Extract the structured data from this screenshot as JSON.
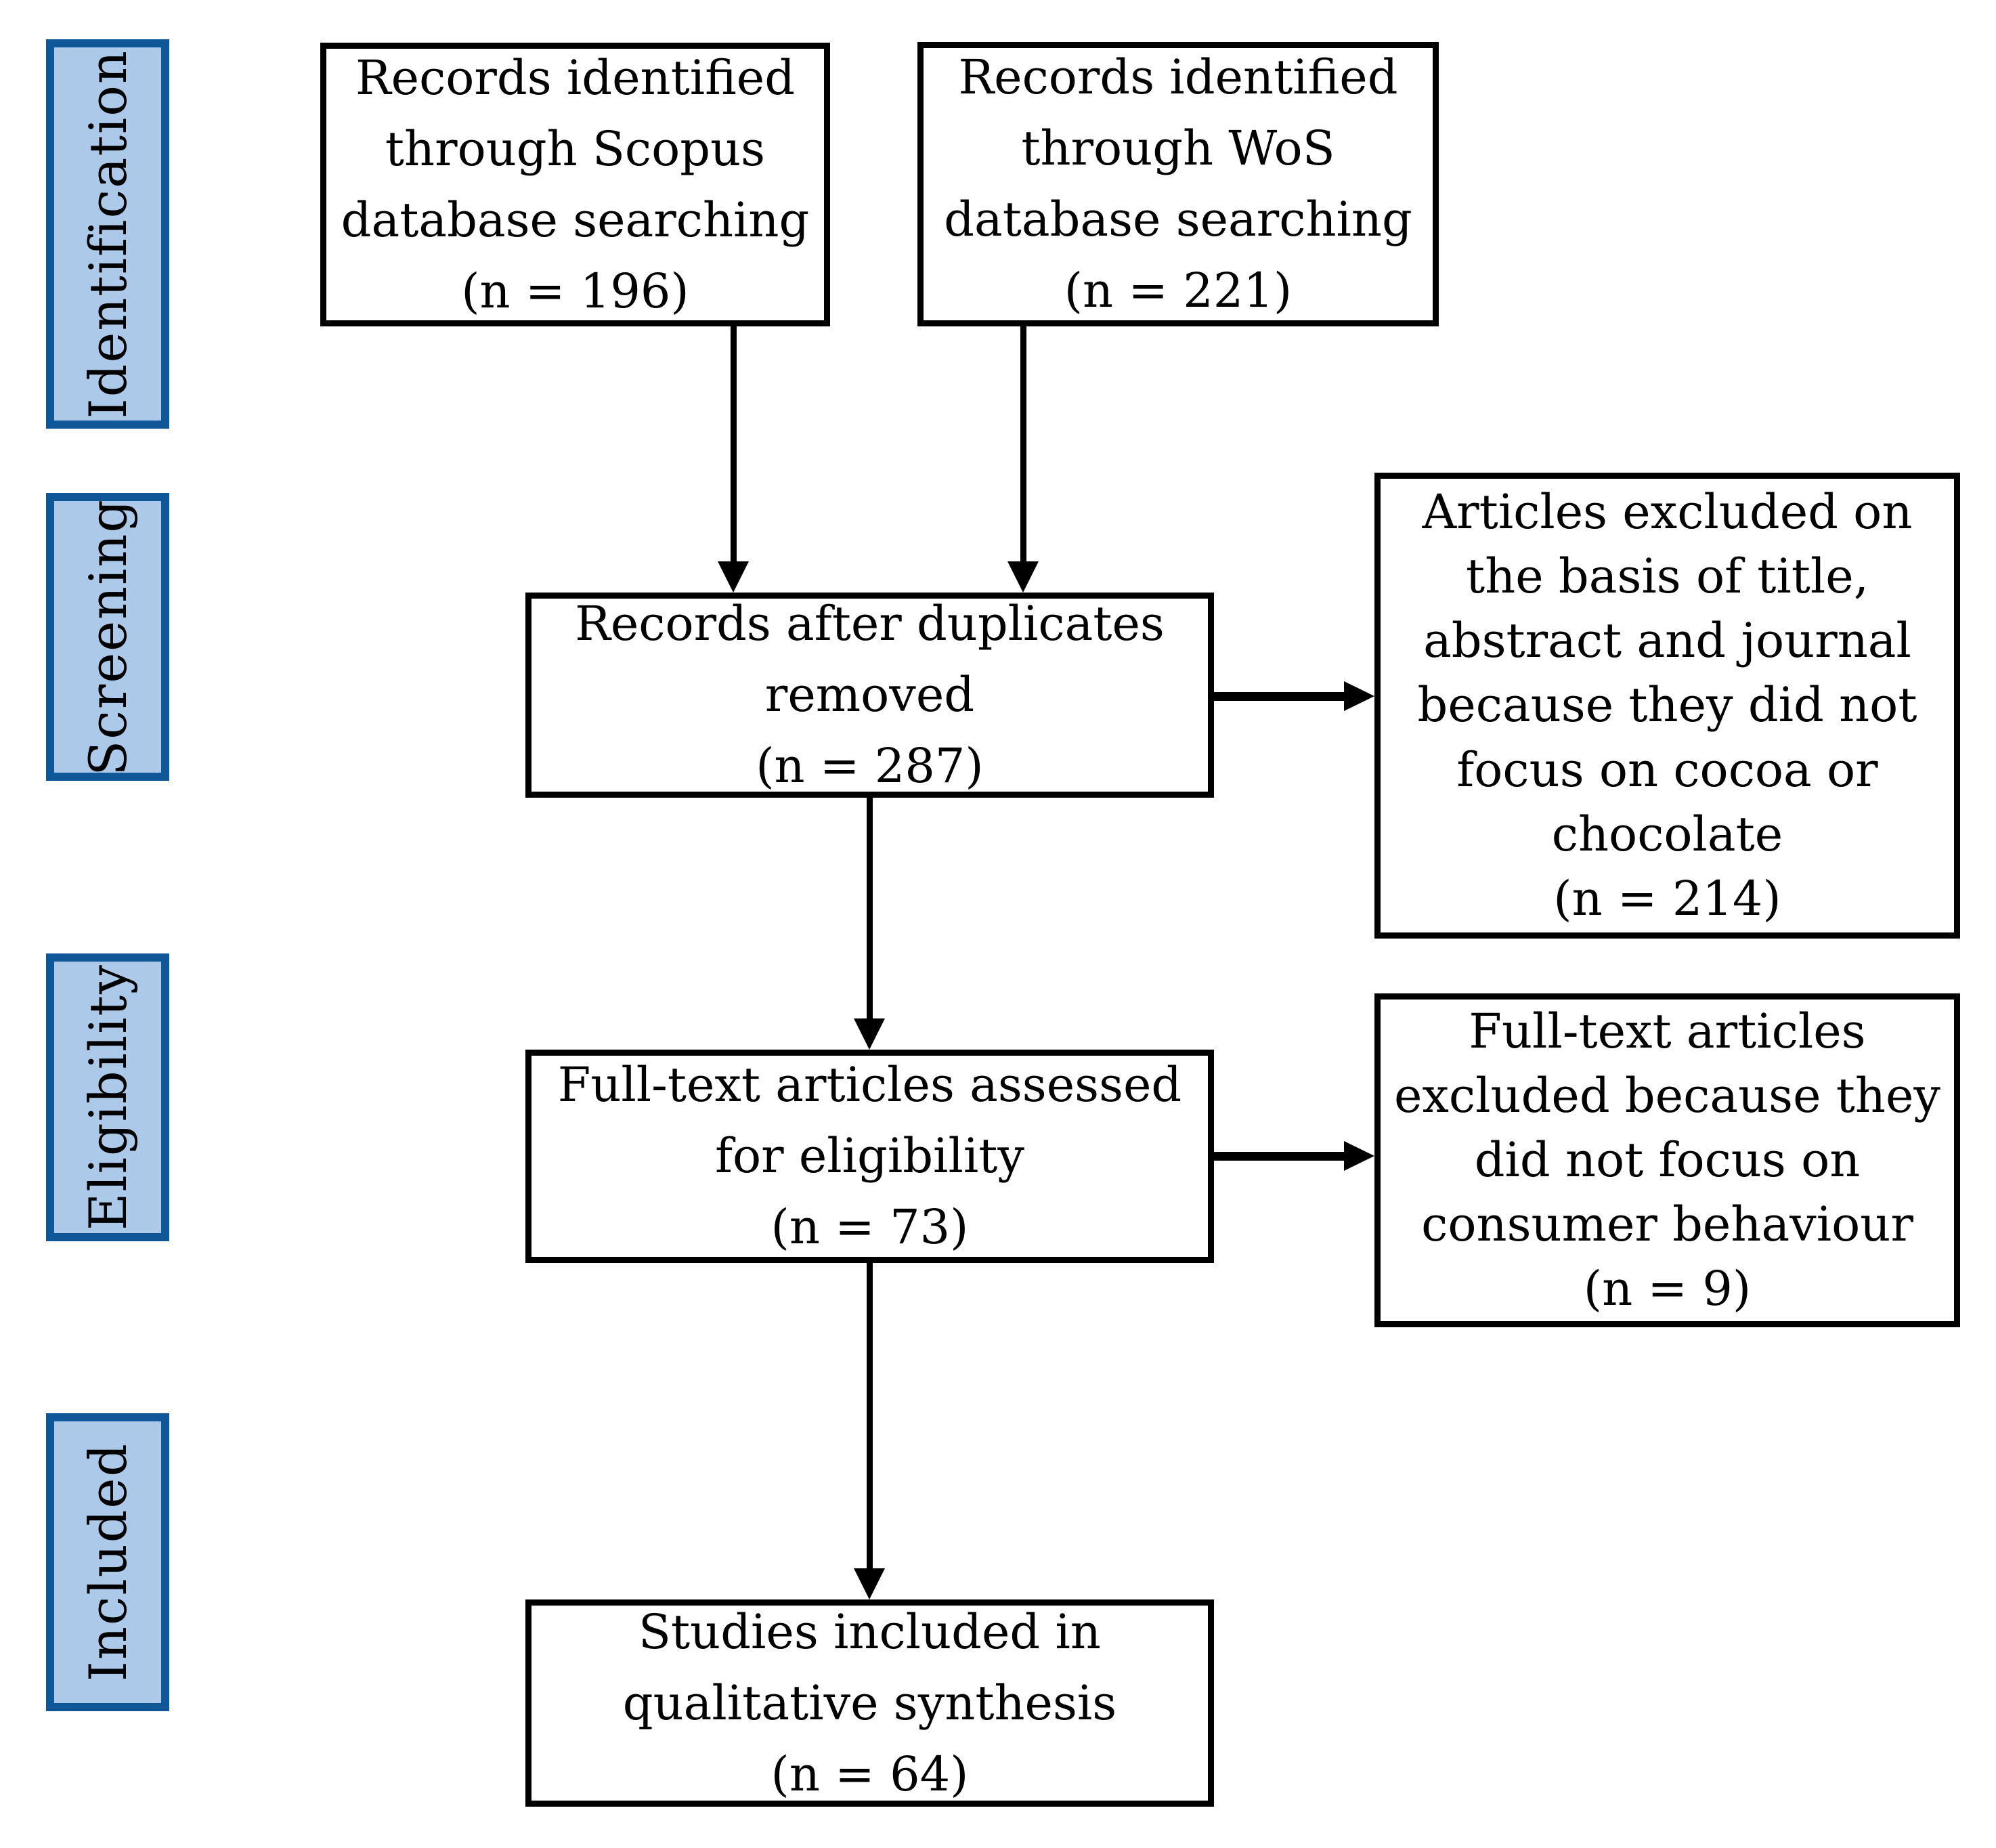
{
  "figure": {
    "type": "prisma-flow-diagram",
    "stages": [
      {
        "label": "Identification"
      },
      {
        "label": "Screening"
      },
      {
        "label": "Eligibility"
      },
      {
        "label": "Included"
      }
    ],
    "boxes": {
      "scopus": {
        "text": "Records identified\nthrough Scopus\ndatabase searching\n(n = 196)",
        "count": 196
      },
      "wos": {
        "text": "Records identified\nthrough WoS\ndatabase searching\n(n = 221)",
        "count": 221
      },
      "duplicates": {
        "text": "Records after duplicates\nremoved\n(n = 287)",
        "count": 287
      },
      "excluded_title_abstract": {
        "text": "Articles excluded on\nthe basis of title,\nabstract and journal\nbecause they did not\nfocus on cocoa or\nchocolate\n(n = 214)",
        "count": 214
      },
      "fulltext_assessed": {
        "text": "Full-text articles assessed\nfor eligibility\n(n = 73)",
        "count": 73
      },
      "excluded_fulltext": {
        "text": "Full-text articles\nexcluded because they\ndid not focus on\nconsumer behaviour\n(n = 9)",
        "count": 9
      },
      "included_qualitative": {
        "text": "Studies included in\nqualitative synthesis\n(n = 64)",
        "count": 64
      }
    },
    "colors": {
      "stage_fill": "#adc9e9",
      "stage_border": "#0f5796",
      "flow_border": "#000000",
      "arrow": "#000000",
      "background": "#ffffff",
      "text": "#000000"
    }
  }
}
